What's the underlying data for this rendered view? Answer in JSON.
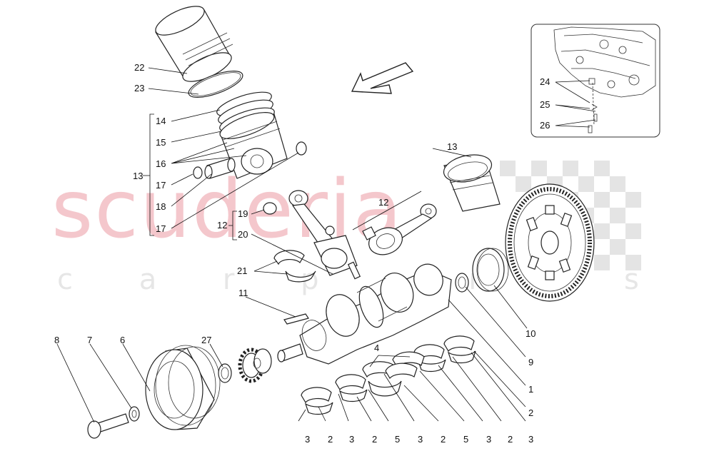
{
  "watermark": {
    "brand": "scuderia",
    "subtitle": "c a r   p a r t s",
    "brand_color": "#f4c7cc",
    "flag_color": "#d9d9d9"
  },
  "labels": {
    "l1": "1",
    "l2a": "2",
    "l2b": "2",
    "l2c": "2",
    "l2d": "2",
    "l2e": "2",
    "l3a": "3",
    "l3b": "3",
    "l3c": "3",
    "l3d": "3",
    "l3e": "3",
    "l4": "4",
    "l5a": "5",
    "l5b": "5",
    "l6": "6",
    "l7": "7",
    "l8": "8",
    "l9": "9",
    "l10": "10",
    "l11": "11",
    "l12a": "12",
    "l12b": "12",
    "l13a": "13",
    "l13b": "13",
    "l14": "14",
    "l15": "15",
    "l16": "16",
    "l17a": "17",
    "l17b": "17",
    "l18": "18",
    "l19": "19",
    "l20": "20",
    "l21": "21",
    "l22": "22",
    "l23": "23",
    "l24": "24",
    "l25": "25",
    "l26": "26",
    "l27": "27"
  },
  "icons": {
    "direction": "arrow-left-down-icon"
  }
}
